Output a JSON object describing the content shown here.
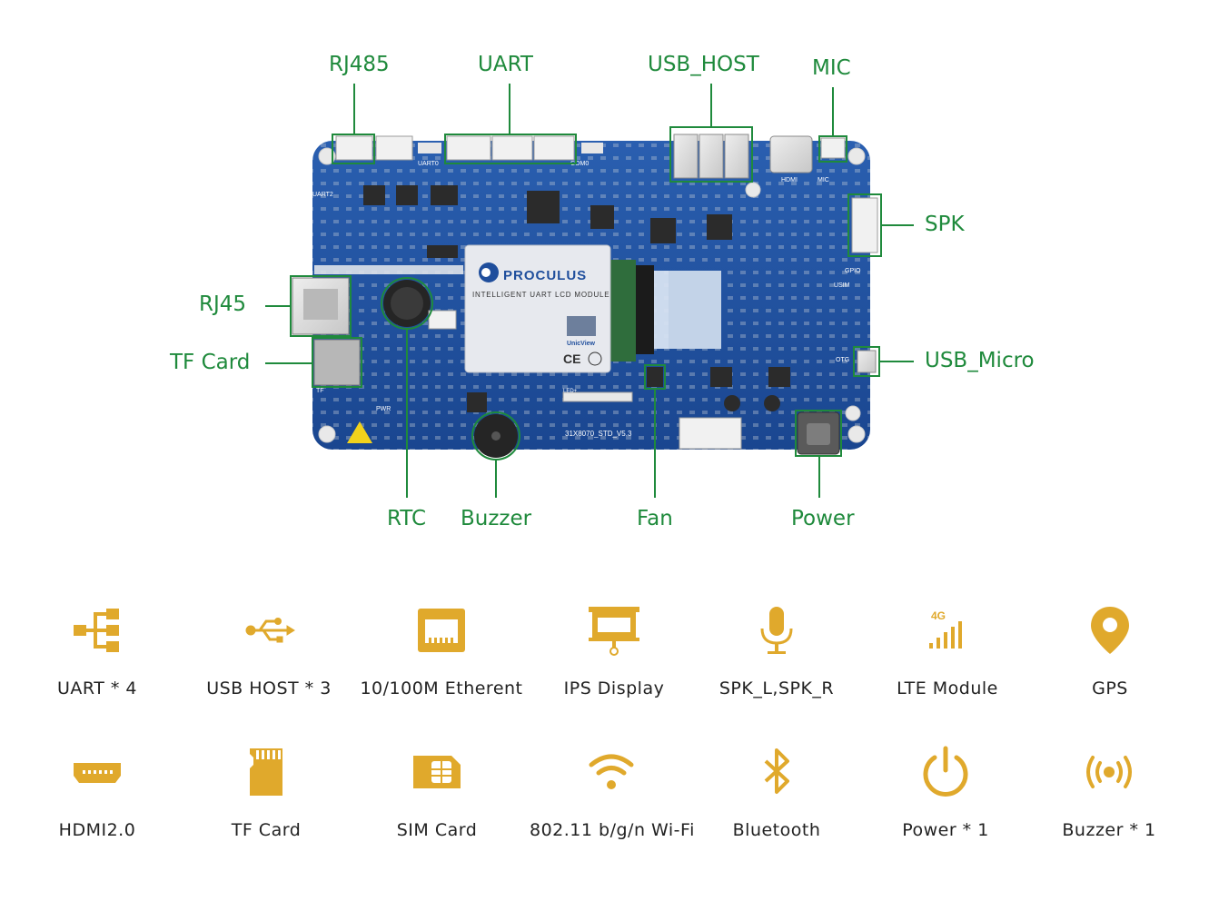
{
  "board": {
    "module_brand": "PROCULUS",
    "module_subtitle": "INTELLIGENT UART LCD MODULE",
    "module_logo": "UnicView",
    "module_marks": "CE",
    "pcb_model": "31X8070_STD_V5.3",
    "silk": {
      "uart0": "UART0",
      "uart2": "UART2",
      "com0": "COM0",
      "hdmi": "HDMI",
      "mic": "MIC",
      "gpio": "GPIO",
      "usim": "USIM",
      "otg": "OTG",
      "pwr": "PWR",
      "tf": "TF",
      "led": "LED+"
    }
  },
  "callouts": {
    "rj485": "RJ485",
    "uart": "UART",
    "usb_host": "USB_HOST",
    "mic": "MIC",
    "spk": "SPK",
    "rj45": "RJ45",
    "tf_card": "TF Card",
    "usb_micro": "USB_Micro",
    "rtc": "RTC",
    "buzzer": "Buzzer",
    "fan": "Fan",
    "power": "Power"
  },
  "features_row1": [
    {
      "icon": "uart-icon",
      "label": "UART * 4"
    },
    {
      "icon": "usb-icon",
      "label": "USB HOST * 3"
    },
    {
      "icon": "ethernet-icon",
      "label": "10/100M Etherent"
    },
    {
      "icon": "display-icon",
      "label": "IPS Display"
    },
    {
      "icon": "microphone-icon",
      "label": "SPK_L,SPK_R"
    },
    {
      "icon": "lte-icon",
      "label": "LTE Module",
      "badge": "4G"
    },
    {
      "icon": "gps-pin-icon",
      "label": "GPS"
    }
  ],
  "features_row2": [
    {
      "icon": "hdmi-icon",
      "label": "HDMI2.0"
    },
    {
      "icon": "tf-card-icon",
      "label": "TF Card"
    },
    {
      "icon": "sim-card-icon",
      "label": "SIM Card"
    },
    {
      "icon": "wifi-icon",
      "label": "802.11 b/g/n  Wi-Fi"
    },
    {
      "icon": "bluetooth-icon",
      "label": "Bluetooth"
    },
    {
      "icon": "power-icon",
      "label": "Power * 1"
    },
    {
      "icon": "buzzer-icon",
      "label": "Buzzer * 1"
    }
  ],
  "colors": {
    "accent_green": "#1f8a3c",
    "icon_gold": "#e0a92c",
    "pcb_blue": "#1d4f9e",
    "text_dark": "#222222"
  }
}
